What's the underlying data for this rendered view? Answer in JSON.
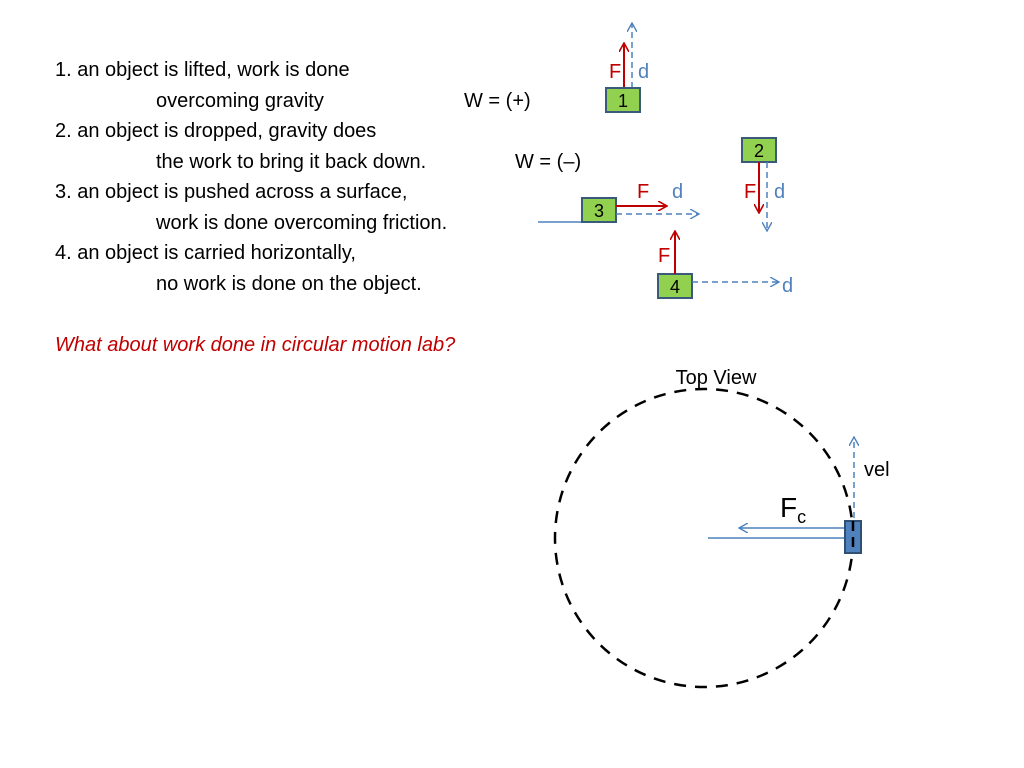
{
  "text": {
    "line1a": "1. an object is lifted, work is done",
    "line1b": "overcoming gravity",
    "w_plus": "W = (+)",
    "line2a": "2. an object is dropped, gravity does",
    "line2b": "the work to bring it back down.",
    "w_minus": "W = (–)",
    "line3a": "3. an object is pushed across a surface,",
    "line3b": "work is done overcoming friction.",
    "line4a": "4. an object is carried horizontally,",
    "line4b": "no work is done on the object.",
    "question": "What about work done in circular motion lab?"
  },
  "labels": {
    "force": "F",
    "distance": "d",
    "box1": "1",
    "box2": "2",
    "box3": "3",
    "box4": "4",
    "top_view": "Top View",
    "velocity": "vel",
    "centripetal_base": "F",
    "centripetal_sub": "c"
  },
  "colors": {
    "force": "#c00000",
    "distance": "#4f81bd",
    "box_fill": "#92d050",
    "box_stroke": "#3a5a7c",
    "object_fill": "#4f81bd",
    "question": "#c00000"
  }
}
